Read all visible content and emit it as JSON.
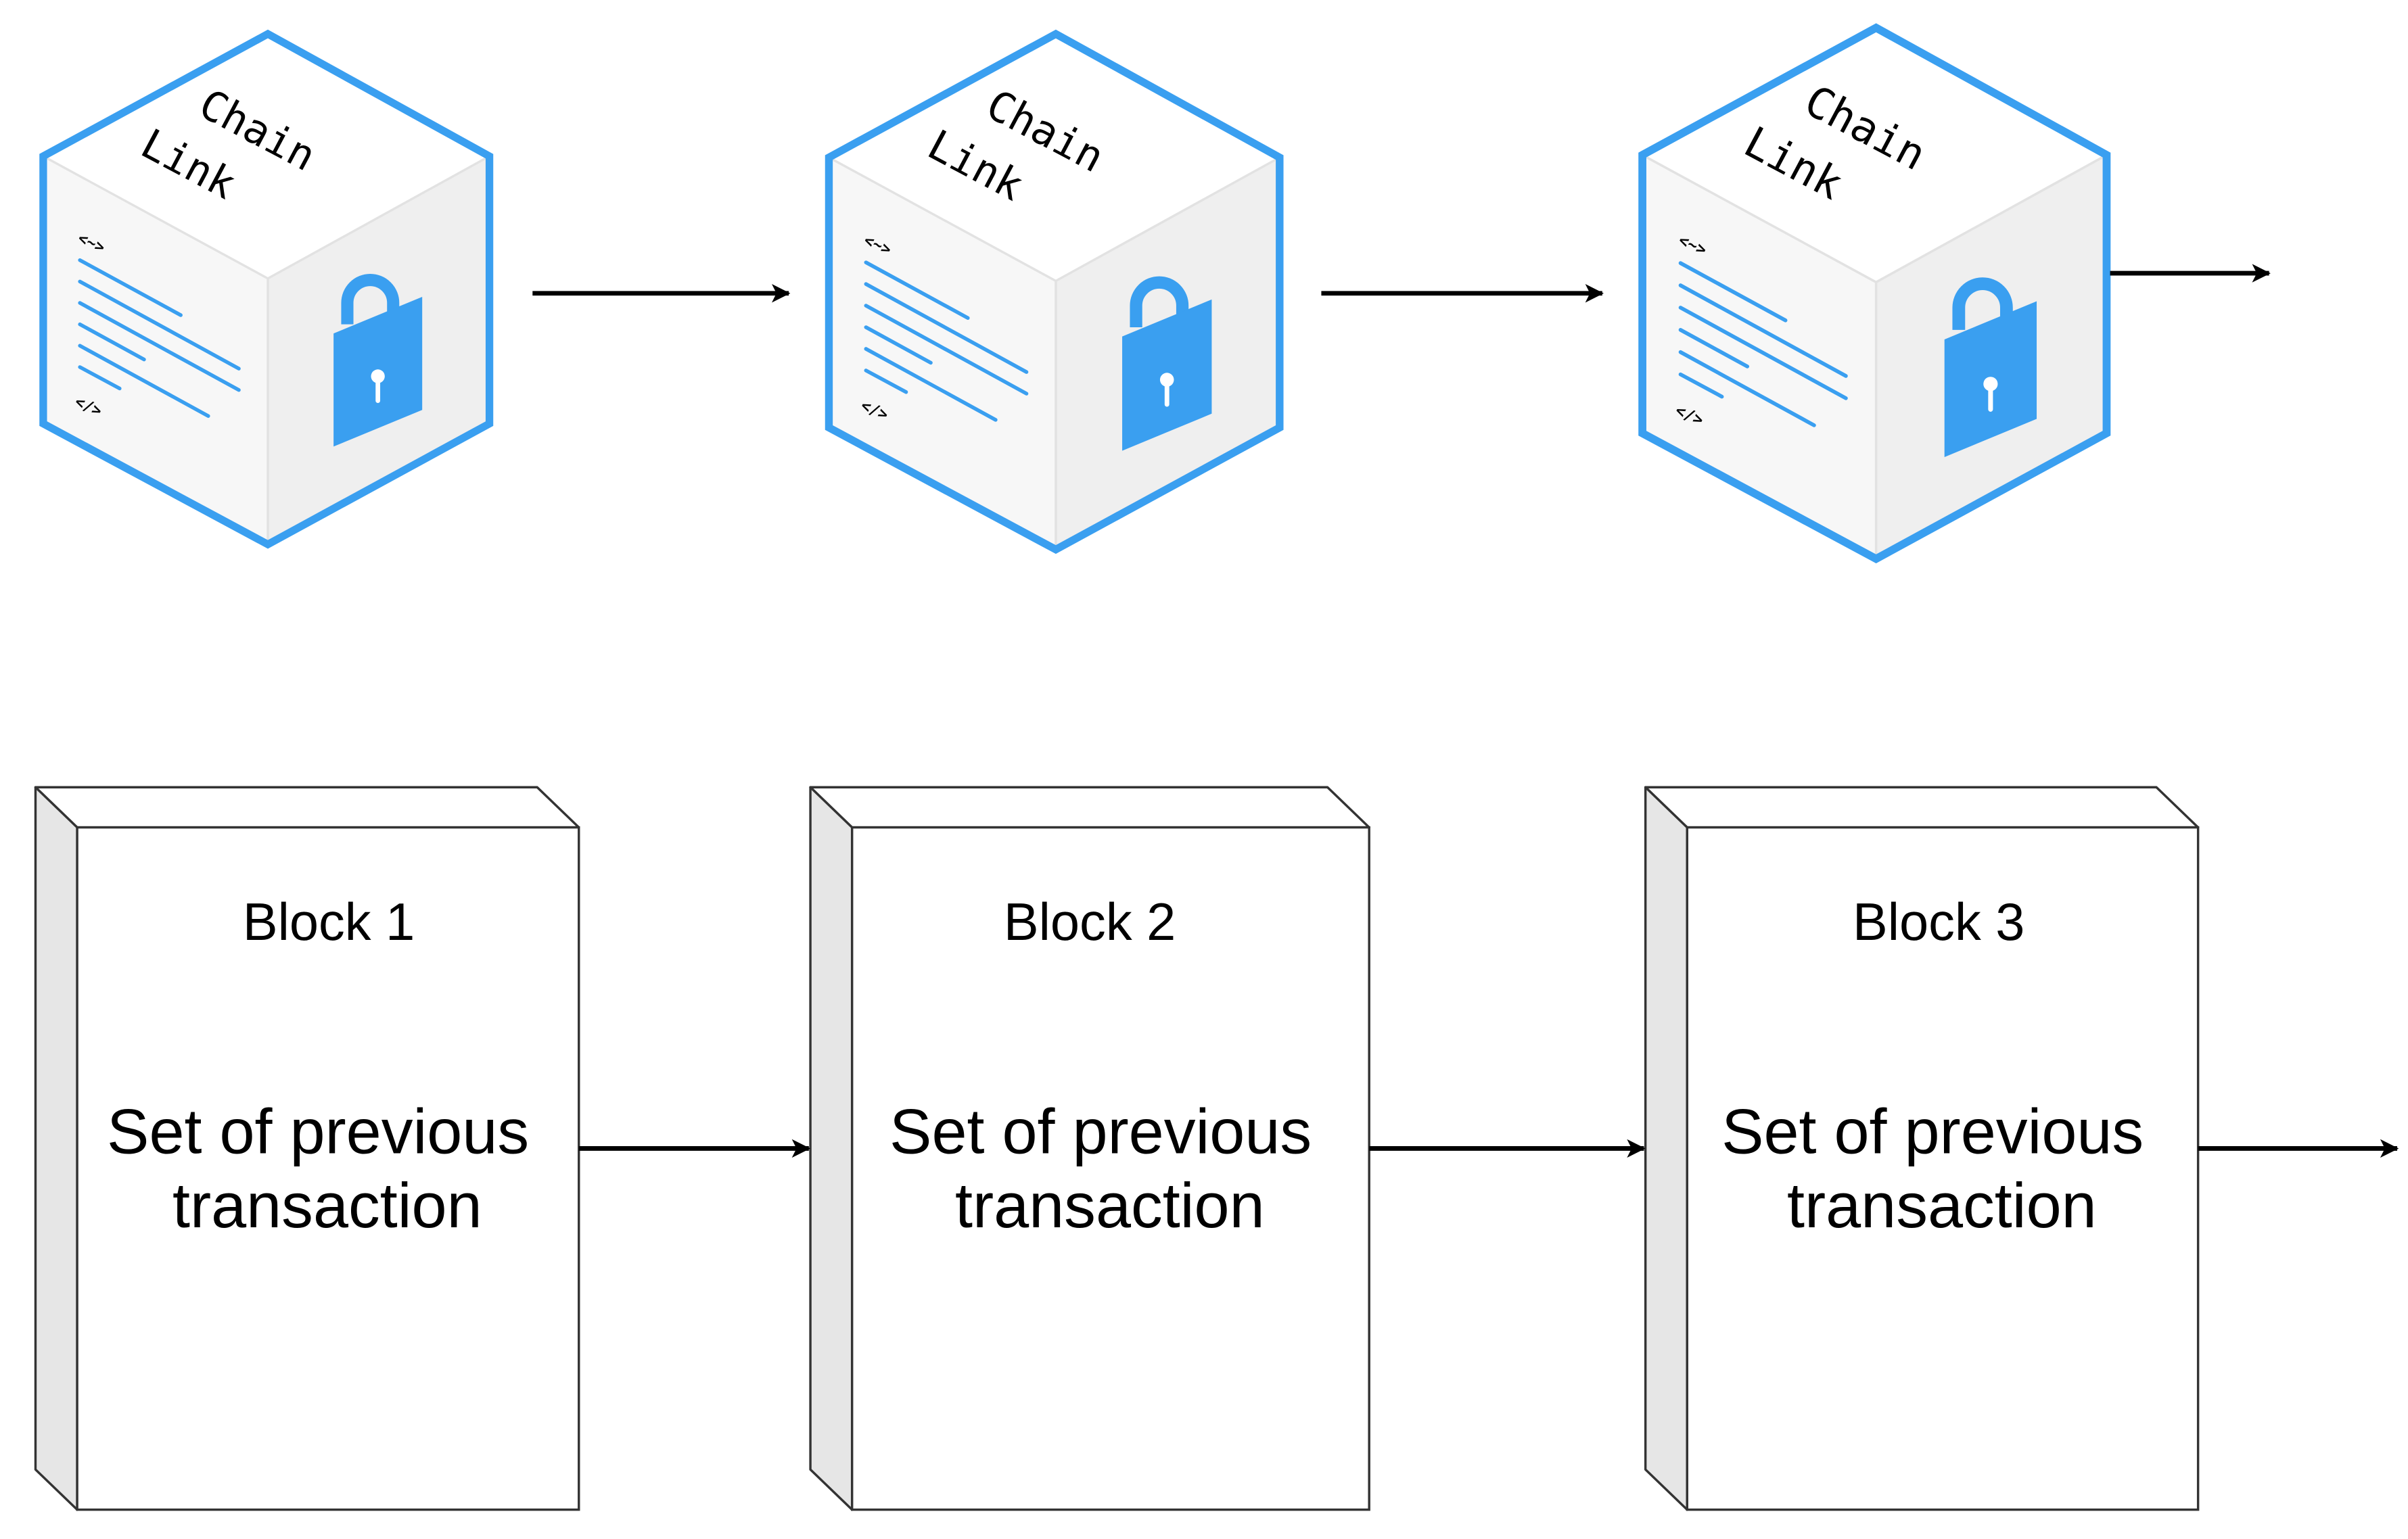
{
  "cubes": [
    {
      "line1": "Chain",
      "line2": "Link",
      "open_tag": "<~>",
      "close_tag": "</>"
    },
    {
      "line1": "Chain",
      "line2": "Link",
      "open_tag": "<~>",
      "close_tag": "</>"
    },
    {
      "line1": "Chain",
      "line2": "Link",
      "open_tag": "<~>",
      "close_tag": "</>"
    }
  ],
  "blocks": [
    {
      "title": "Block 1",
      "body_line1": "Set of previous",
      "body_line2": "transaction"
    },
    {
      "title": "Block 2",
      "body_line1": "Set of previous",
      "body_line2": "transaction"
    },
    {
      "title": "Block 3",
      "body_line1": "Set of previous",
      "body_line2": "transaction"
    }
  ],
  "colors": {
    "cube_outline": "#3a9ff0",
    "lock": "#3a9ff0",
    "block_side": "#e6e6e6",
    "block_border": "#333333",
    "arrow": "#000000"
  }
}
